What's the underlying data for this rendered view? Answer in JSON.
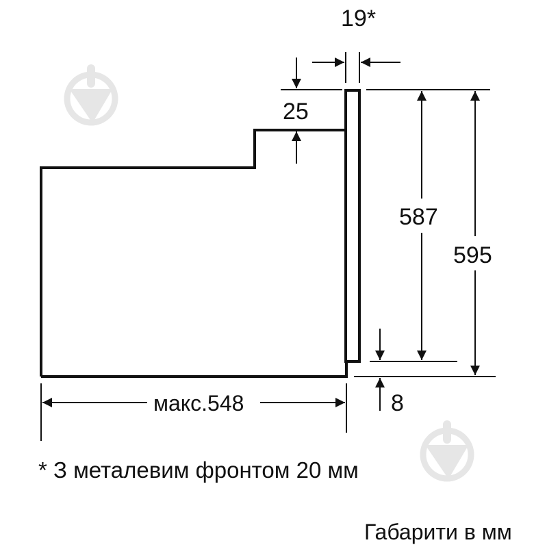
{
  "diagram": {
    "type": "built-in oven side dimension drawing",
    "units_caption": "Габарити в мм",
    "footnote": "* З металевим фронтом 20 мм",
    "dimensions": {
      "door_thickness": "19*",
      "top_step": "25",
      "door_height": "587",
      "total_height": "595",
      "bottom_gap": "8",
      "depth": "макс.548"
    }
  },
  "colors": {
    "line": "#111111",
    "watermark": "#e6e6e6",
    "background": "#ffffff"
  },
  "watermarks": [
    {
      "icon": "trowel-watermark-icon",
      "position": "top-left"
    },
    {
      "icon": "trowel-watermark-icon",
      "position": "bottom-right"
    }
  ]
}
